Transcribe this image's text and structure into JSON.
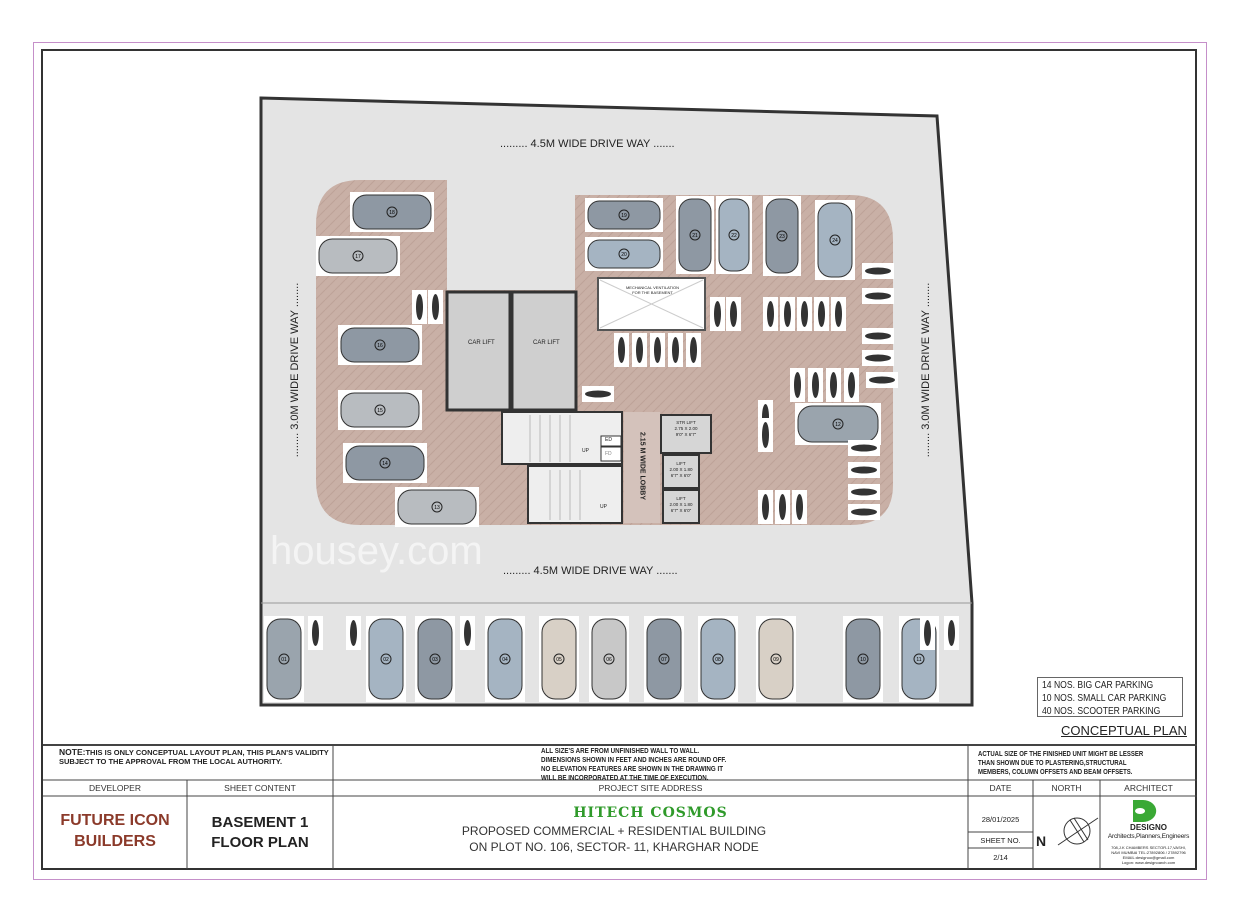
{
  "plan": {
    "driveway_top": "......... 4.5M WIDE DRIVE WAY .......",
    "driveway_bottom": "......... 4.5M WIDE DRIVE WAY .......",
    "driveway_left": "........ 3.0M WIDE DRIVE WAY ........",
    "driveway_right": "........ 3.0M WIDE DRIVE WAY ........",
    "car_lift_1": "CAR LIFT",
    "car_lift_2": "CAR LIFT",
    "mech_vent": [
      "MECHANICAL VENTILATION",
      "FOR THE BASEMENT"
    ],
    "str_lift": [
      "STR LIFT",
      "2.75 X 2.00",
      "9'0\" X 6'7\""
    ],
    "lift_1": [
      "LIFT",
      "2.00 X 1.80",
      "6'7\" X 6'0\""
    ],
    "lift_2": [
      "LIFT",
      "2.00 X 1.80",
      "6'7\" X 6'0\""
    ],
    "lobby": "2.15 M WIDE LOBBY",
    "ed": "ED",
    "fd": "FD",
    "stair_up_1": "UP",
    "stair_up_2": "UP",
    "cars_bottom": [
      "01",
      "02",
      "03",
      "04",
      "05",
      "06",
      "07",
      "08",
      "09",
      "10",
      "11"
    ],
    "cars_left": [
      "18",
      "17",
      "16",
      "15",
      "14",
      "13"
    ],
    "cars_right_top": [
      "19",
      "20",
      "21",
      "22",
      "23",
      "24"
    ],
    "car_right": "12",
    "watermark": "housey.com",
    "colors": {
      "parking_floor": "#c9b0a6",
      "site": "#e4e4e4",
      "developer": "#8b3a2a",
      "project": "#2f9a2a",
      "architect_logo": "#3aa935"
    }
  },
  "legend": {
    "lines": [
      "14 NOS. BIG CAR PARKING",
      "10 NOS. SMALL CAR PARKING",
      "40 NOS. SCOOTER PARKING"
    ],
    "conceptual": "CONCEPTUAL PLAN"
  },
  "title_block": {
    "note_label": "NOTE:",
    "note_text": "THIS IS ONLY CONCEPTUAL LAYOUT PLAN, THIS PLAN'S VALIDITY SUBJECT TO THE APPROVAL FROM THE LOCAL AUTHORITY.",
    "center_note": [
      "ALL SIZE'S ARE FROM UNFINISHED WALL TO WALL.",
      "DIMENSIONS SHOWN IN FEET AND INCHES ARE ROUND OFF.",
      "NO ELEVATION FEATURES ARE SHOWN IN THE DRAWING IT",
      "WILL BE INCORPORATED AT THE TIME OF EXECUTION."
    ],
    "right_note": [
      "ACTUAL SIZE OF THE FINISHED UNIT MIGHT BE LESSER",
      "THAN SHOWN DUE TO PLASTERING,STRUCTURAL",
      "MEMBERS, COLUMN OFFSETS AND BEAM OFFSETS."
    ],
    "headers": {
      "developer": "DEVELOPER",
      "sheet_content": "SHEET CONTENT",
      "address": "PROJECT SITE ADDRESS",
      "date": "DATE",
      "north": "NORTH",
      "architect": "ARCHITECT"
    },
    "developer": [
      "FUTURE ICON",
      "BUILDERS"
    ],
    "sheet_content": [
      "BASEMENT 1",
      "FLOOR PLAN"
    ],
    "project_name": "HITECH COSMOS",
    "project_desc": [
      "PROPOSED COMMERCIAL + RESIDENTIAL BUILDING",
      "ON PLOT NO. 106, SECTOR- 11, KHARGHAR NODE"
    ],
    "date": "28/01/2025",
    "sheet_no_label": "SHEET NO.",
    "sheet_no": "2/14",
    "north_letter": "N",
    "architect_name": "DESIGNO",
    "architect_tagline": "Architects,Planners,Engineers",
    "architect_address": [
      "708,J.K CHAMBERS SECTOR-17,VASHI,",
      "NAVI MUMBAI TEL:27892806 / 27892796",
      "EMAIL:designoo@gmail.com",
      "Logon: www.designoarch.com"
    ]
  }
}
